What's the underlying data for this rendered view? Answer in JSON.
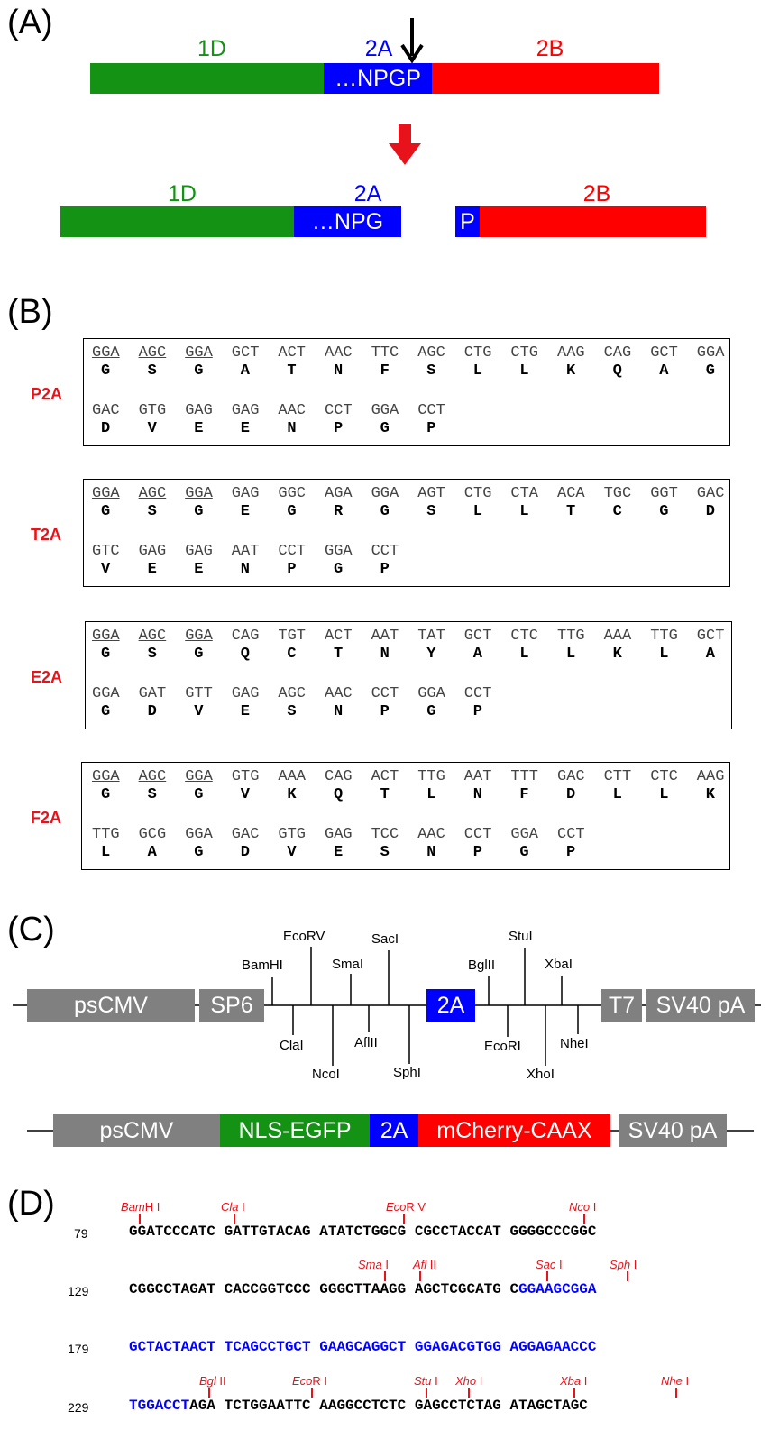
{
  "panelA": {
    "label": "(A)",
    "top": {
      "label_1d": "1D",
      "label_2a": "2A",
      "label_2b": "2B",
      "bar_2a_text": "…NPGP"
    },
    "bottom": {
      "label_1d": "1D",
      "label_2a": "2A",
      "label_2b": "2B",
      "bar_2a_text": "…NPG",
      "bar_p_text": "P"
    },
    "colors": {
      "green": "#139213",
      "blue": "#0000ff",
      "red": "#ff0000"
    }
  },
  "panelB": {
    "label": "(B)",
    "rows": [
      {
        "name": "P2A",
        "line1": {
          "codons": [
            "GGA",
            "AGC",
            "GGA",
            "GCT",
            "ACT",
            "AAC",
            "TTC",
            "AGC",
            "CTG",
            "CTG",
            "AAG",
            "CAG",
            "GCT",
            "GGA"
          ],
          "aas": [
            "G",
            "S",
            "G",
            "A",
            "T",
            "N",
            "F",
            "S",
            "L",
            "L",
            "K",
            "Q",
            "A",
            "G"
          ]
        },
        "line2": {
          "codons": [
            "GAC",
            "GTG",
            "GAG",
            "GAG",
            "AAC",
            "CCT",
            "GGA",
            "CCT"
          ],
          "aas": [
            "D",
            "V",
            "E",
            "E",
            "N",
            "P",
            "G",
            "P"
          ]
        }
      },
      {
        "name": "T2A",
        "line1": {
          "codons": [
            "GGA",
            "AGC",
            "GGA",
            "GAG",
            "GGC",
            "AGA",
            "GGA",
            "AGT",
            "CTG",
            "CTA",
            "ACA",
            "TGC",
            "GGT",
            "GAC"
          ],
          "aas": [
            "G",
            "S",
            "G",
            "E",
            "G",
            "R",
            "G",
            "S",
            "L",
            "L",
            "T",
            "C",
            "G",
            "D"
          ]
        },
        "line2": {
          "codons": [
            "GTC",
            "GAG",
            "GAG",
            "AAT",
            "CCT",
            "GGA",
            "CCT"
          ],
          "aas": [
            "V",
            "E",
            "E",
            "N",
            "P",
            "G",
            "P"
          ]
        }
      },
      {
        "name": "E2A",
        "line1": {
          "codons": [
            "GGA",
            "AGC",
            "GGA",
            "CAG",
            "TGT",
            "ACT",
            "AAT",
            "TAT",
            "GCT",
            "CTC",
            "TTG",
            "AAA",
            "TTG",
            "GCT"
          ],
          "aas": [
            "G",
            "S",
            "G",
            "Q",
            "C",
            "T",
            "N",
            "Y",
            "A",
            "L",
            "L",
            "K",
            "L",
            "A"
          ]
        },
        "line2": {
          "codons": [
            "GGA",
            "GAT",
            "GTT",
            "GAG",
            "AGC",
            "AAC",
            "CCT",
            "GGA",
            "CCT"
          ],
          "aas": [
            "G",
            "D",
            "V",
            "E",
            "S",
            "N",
            "P",
            "G",
            "P"
          ]
        }
      },
      {
        "name": "F2A",
        "line1": {
          "codons": [
            "GGA",
            "AGC",
            "GGA",
            "GTG",
            "AAA",
            "CAG",
            "ACT",
            "TTG",
            "AAT",
            "TTT",
            "GAC",
            "CTT",
            "CTC",
            "AAG"
          ],
          "aas": [
            "G",
            "S",
            "G",
            "V",
            "K",
            "Q",
            "T",
            "L",
            "N",
            "F",
            "D",
            "L",
            "L",
            "K"
          ]
        },
        "line2": {
          "codons": [
            "TTG",
            "GCG",
            "GGA",
            "GAC",
            "GTG",
            "GAG",
            "TCC",
            "AAC",
            "CCT",
            "GGA",
            "CCT"
          ],
          "aas": [
            "L",
            "A",
            "G",
            "D",
            "V",
            "E",
            "S",
            "N",
            "P",
            "G",
            "P"
          ]
        }
      }
    ]
  },
  "panelC": {
    "label": "(C)",
    "top_blocks": {
      "pscmv": "psCMV",
      "sp6": "SP6",
      "twoA": "2A",
      "t7": "T7",
      "sv40": "SV40 pA"
    },
    "sites_above": [
      "BamHI",
      "EcoRV",
      "SmaI",
      "SacI",
      "BglII",
      "StuI",
      "XbaI"
    ],
    "sites_below": [
      "ClaI",
      "NcoI",
      "AflII",
      "SphI",
      "EcoRI",
      "XhoI",
      "NheI"
    ],
    "bottom_blocks": {
      "pscmv": "psCMV",
      "egfp": "NLS-EGFP",
      "twoA": "2A",
      "mcherry": "mCherry-CAAX",
      "sv40": "SV40 pA"
    },
    "colors": {
      "gray": "#808080",
      "green": "#139213",
      "blue": "#0000ff",
      "red": "#ff0000"
    }
  },
  "panelD": {
    "label": "(D)",
    "lines": [
      {
        "num": "79",
        "black": "GGATCCCATC GATTGTACAG ATATCTGGCG CGCCTACCAT GGGGCCCGGC",
        "blue": ""
      },
      {
        "num": "129",
        "black": "CGGCCTAGAT CACCGGTCCC GGGCTTAAGG AGCTCGCATG C",
        "blue": "GGAAGCGGA"
      },
      {
        "num": "179",
        "black": "",
        "blue": "GCTACTAACT TCAGCCTGCT GAAGCAGGCT GGAGACGTGG AGGAGAACCC"
      },
      {
        "num": "229",
        "blue_first": "TGGACCT",
        "black": "AGA TCTGGAATTC AAGGCCTCTC GAGCCTCTAG ATAGCTAGC"
      }
    ],
    "sites": {
      "bamhi": {
        "pre": "Bam",
        "post": "H I"
      },
      "clai": {
        "pre": "Cla",
        "post": " I"
      },
      "ecorv": {
        "pre": "Eco",
        "post": "R V"
      },
      "ncoi": {
        "pre": "Nco",
        "post": " I"
      },
      "smai": {
        "pre": "Sma",
        "post": " I"
      },
      "aflii": {
        "pre": "Afl",
        "post": " II"
      },
      "saci": {
        "pre": "Sac",
        "post": " I"
      },
      "sphi": {
        "pre": "Sph",
        "post": " I"
      },
      "bglii": {
        "pre": "Bgl",
        "post": " II"
      },
      "ecori": {
        "pre": "Eco",
        "post": "R I"
      },
      "stui": {
        "pre": "Stu",
        "post": " I"
      },
      "xhoi": {
        "pre": "Xho",
        "post": " I"
      },
      "xbai": {
        "pre": "Xba",
        "post": " I"
      },
      "nhei": {
        "pre": "Nhe",
        "post": " I"
      }
    }
  }
}
